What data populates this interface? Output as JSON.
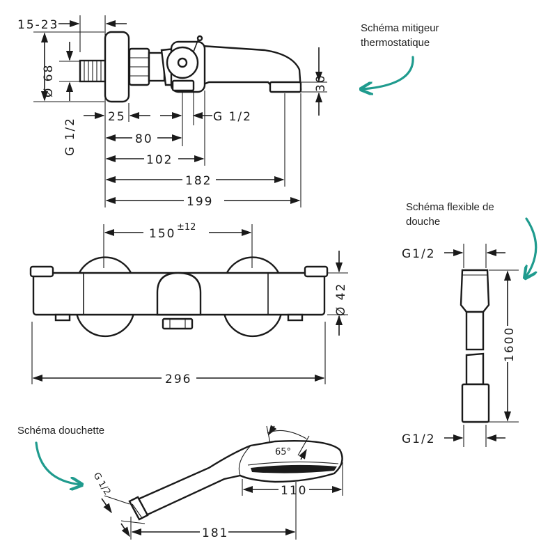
{
  "labels": {
    "mixer_note_1": "Schéma mitigeur",
    "mixer_note_2": "thermostatique",
    "hose_note_1": "Schéma flexible de",
    "hose_note_2": "douche",
    "handshower_note": "Schéma douchette"
  },
  "side_view": {
    "d_15_23": "15-23",
    "d_68": "Ø 68",
    "d_g12_left": "G 1/2",
    "d_25": "25",
    "d_g12_right": "G 1/2",
    "d_80": "80",
    "d_102": "102",
    "d_182": "182",
    "d_199": "199",
    "d_30": "30"
  },
  "front_view": {
    "d_150": "150",
    "d_150_tol": "±12",
    "d_42": "Ø 42",
    "d_296": "296"
  },
  "hose": {
    "d_g12_top": "G1/2",
    "d_1600": "1600",
    "d_g12_bottom": "G1/2"
  },
  "handshower": {
    "d_65": "65°",
    "d_g12_a": "G",
    "d_g12_b": "1/2",
    "d_110": "110",
    "d_181": "181"
  },
  "colors": {
    "accent": "#1f9b8e",
    "ink": "#1a1a1a"
  }
}
